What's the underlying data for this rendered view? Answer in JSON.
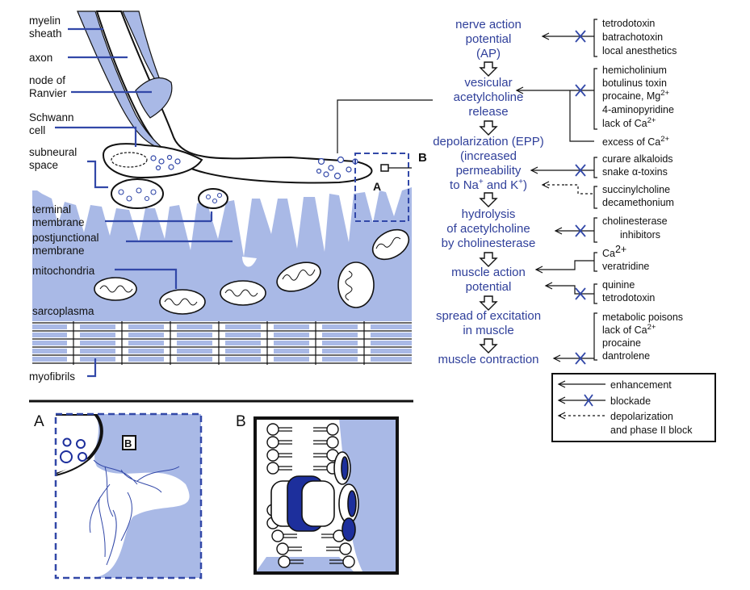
{
  "colors": {
    "tissue": "#a9b9e6",
    "accent": "#3248a8",
    "text_blue": "#2f3f9a",
    "dark_blue": "#1d2f9c"
  },
  "labels": {
    "myelin_sheath": [
      "myelin",
      "sheath"
    ],
    "axon": "axon",
    "node_of_ranvier": [
      "node of",
      "Ranvier"
    ],
    "schwann_cell": [
      "Schwann",
      "cell"
    ],
    "subneural_space": [
      "subneural",
      "space"
    ],
    "terminal_membrane": [
      "terminal",
      "membrane"
    ],
    "postjunctional_membrane": [
      "postjunctional",
      "membrane"
    ],
    "mitochondria": "mitochondria",
    "sarcoplasma": "sarcoplasma",
    "myofibrils": "myofibrils",
    "box_a": "A",
    "box_b": "B"
  },
  "flow_steps": [
    {
      "lines": [
        "nerve action",
        "potential",
        "(AP)"
      ]
    },
    {
      "lines": [
        "vesicular",
        "acetylcholine",
        "release"
      ]
    },
    {
      "lines": [
        "depolarization (EPP)",
        "(increased",
        "permeability",
        "to Na",
        "+",
        " and K",
        "+",
        ")"
      ]
    },
    {
      "lines": [
        "hydrolysis",
        "of acetylcholine",
        "by cholinesterase"
      ]
    },
    {
      "lines": [
        "muscle action",
        "potential"
      ]
    },
    {
      "lines": [
        "spread of excitation",
        "in muscle"
      ]
    },
    {
      "lines": [
        "muscle contraction"
      ]
    }
  ],
  "agents": {
    "g1": [
      "tetrodotoxin",
      "batrachotoxin",
      "local anesthetics"
    ],
    "g2": [
      "hemicholinium",
      "botulinus toxin",
      "procaine, Mg",
      "2+",
      "4-aminopyridine",
      "lack of Ca",
      "2+"
    ],
    "g3": [
      "excess of Ca",
      "2+"
    ],
    "g4": [
      "curare alkaloids",
      "snake α-toxins"
    ],
    "g5": [
      "succinylcholine",
      "decamethonium"
    ],
    "g6": [
      "cholinesterase",
      "inhibitors"
    ],
    "g7": [
      "Ca",
      "2+",
      "veratridine"
    ],
    "g8": [
      "quinine",
      "tetrodotoxin"
    ],
    "g9": [
      "metabolic poisons",
      "lack of Ca",
      "2+",
      "procaine",
      "dantrolene"
    ]
  },
  "legend": {
    "enhancement": "enhancement",
    "blockade": "blockade",
    "depolarization": [
      "depolarization",
      "and phase II block"
    ]
  },
  "panels": {
    "a_label": "A",
    "b_label": "B",
    "b_box": "B"
  }
}
